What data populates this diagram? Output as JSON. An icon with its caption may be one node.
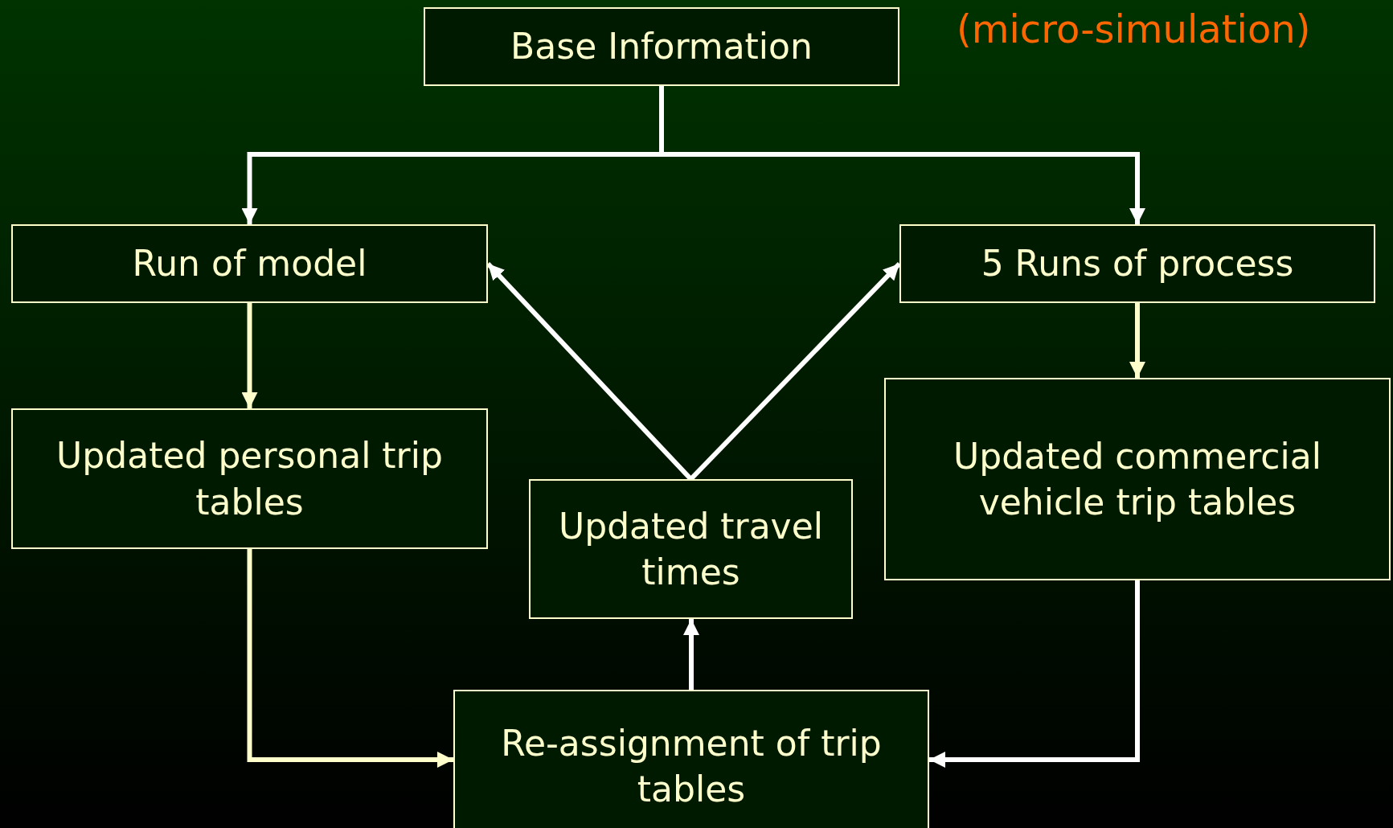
{
  "diagram": {
    "nodes": [
      {
        "text": [
          "Base Information"
        ]
      },
      {
        "text": [
          "Run of model"
        ]
      },
      {
        "text": [
          "5 Runs of process"
        ]
      },
      {
        "text": [
          "Updated personal trip tables"
        ]
      },
      {
        "text": [
          "Updated travel times"
        ]
      },
      {
        "text": [
          "Updated commercial vehicle trip tables"
        ]
      },
      {
        "text": [
          "Re-assignment of trip tables"
        ]
      }
    ],
    "edges": [
      {
        "from": 0,
        "to": 1,
        "arrow": "to"
      },
      {
        "from": 0,
        "to": 2,
        "arrow": "to"
      },
      {
        "from": 1,
        "to": 3,
        "arrow": "to",
        "color": "#ffffcc"
      },
      {
        "from": 2,
        "to": 5,
        "arrow": "to",
        "color": "#ffffcc"
      },
      {
        "from": 4,
        "to": 1,
        "arrow": "to"
      },
      {
        "from": 4,
        "to": 2,
        "arrow": "to"
      },
      {
        "from": 3,
        "to": 6,
        "arrow": "to",
        "color": "#ffffcc"
      },
      {
        "from": 5,
        "to": 6,
        "arrow": "to"
      },
      {
        "from": 6,
        "to": 4,
        "arrow": "to"
      }
    ],
    "labels": [
      "(micro-simulation)"
    ]
  }
}
